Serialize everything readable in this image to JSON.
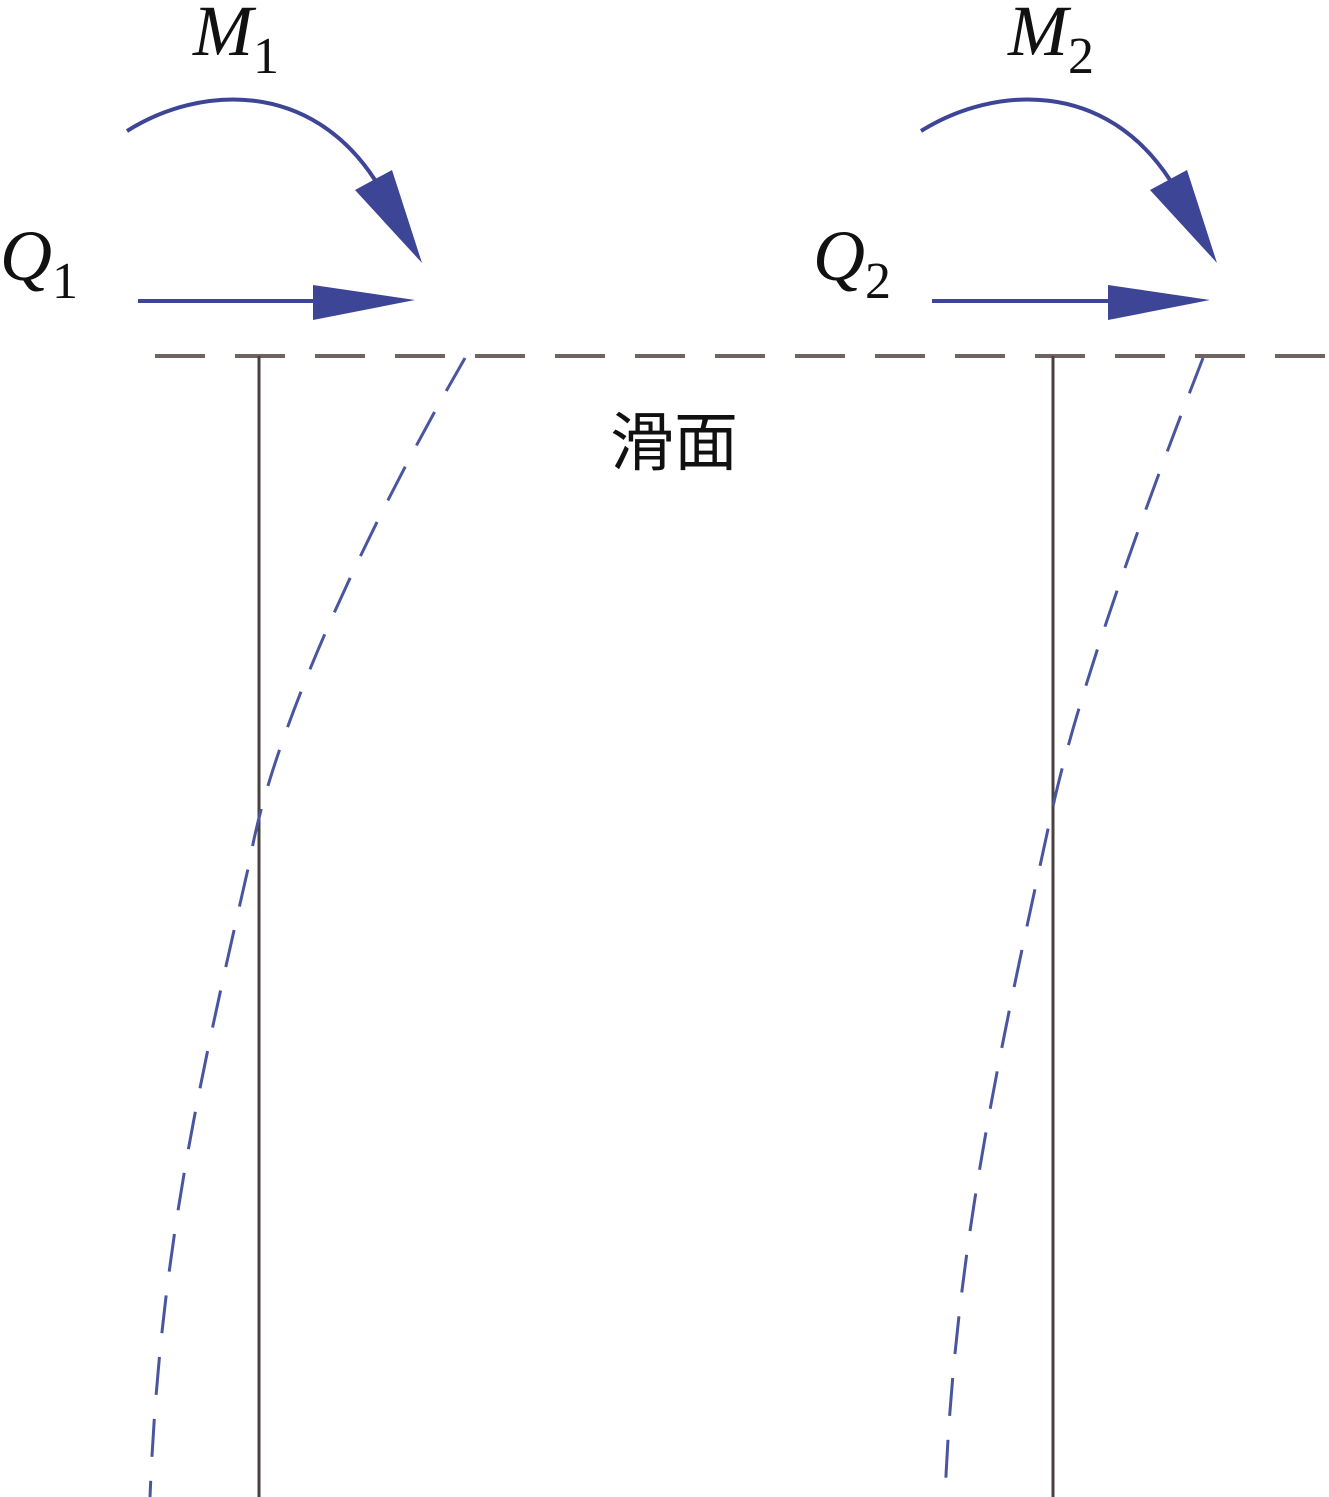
{
  "labels": {
    "m1": {
      "symbol": "M",
      "sub": "1"
    },
    "m2": {
      "symbol": "M",
      "sub": "2"
    },
    "q1": {
      "symbol": "Q",
      "sub": "1"
    },
    "q2": {
      "symbol": "Q",
      "sub": "2"
    },
    "slip_surface": "滑面"
  },
  "colors": {
    "force": "#3d4596",
    "pile": "#4a4040",
    "slip": "#6e6560",
    "deflection": "#4a55a0"
  }
}
